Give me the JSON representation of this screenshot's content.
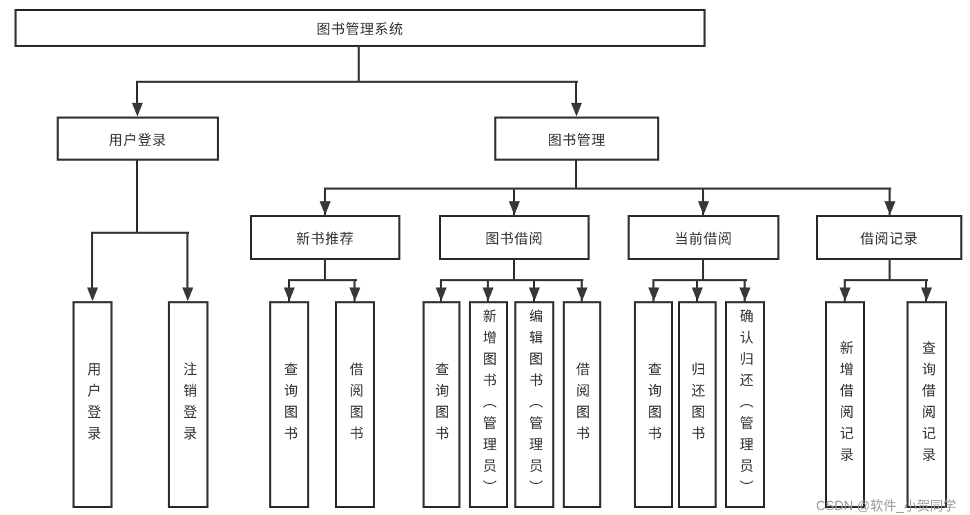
{
  "tree": {
    "label": "图书管理系统",
    "children": [
      {
        "label": "用户登录",
        "children": [
          {
            "label": "用户登录"
          },
          {
            "label": "注销登录"
          }
        ]
      },
      {
        "label": "图书管理",
        "children": [
          {
            "label": "新书推荐",
            "children": [
              {
                "label": "查询图书"
              },
              {
                "label": "借阅图书"
              }
            ]
          },
          {
            "label": "图书借阅",
            "children": [
              {
                "label": "查询图书"
              },
              {
                "label": "新增图书（管理员）"
              },
              {
                "label": "编辑图书（管理员）"
              },
              {
                "label": "借阅图书"
              }
            ]
          },
          {
            "label": "当前借阅",
            "children": [
              {
                "label": "查询图书"
              },
              {
                "label": "归还图书"
              },
              {
                "label": "确认归还（管理员）"
              }
            ]
          },
          {
            "label": "借阅记录",
            "children": [
              {
                "label": "新增借阅记录"
              },
              {
                "label": "查询借阅记录"
              }
            ]
          }
        ]
      }
    ]
  },
  "watermark": {
    "text": "CSDN @软件_小贺同学"
  },
  "colors": {
    "line": "#383838",
    "box_border": "#333333",
    "text": "#333333",
    "watermark": "#9b9b9b",
    "background": "#ffffff"
  }
}
